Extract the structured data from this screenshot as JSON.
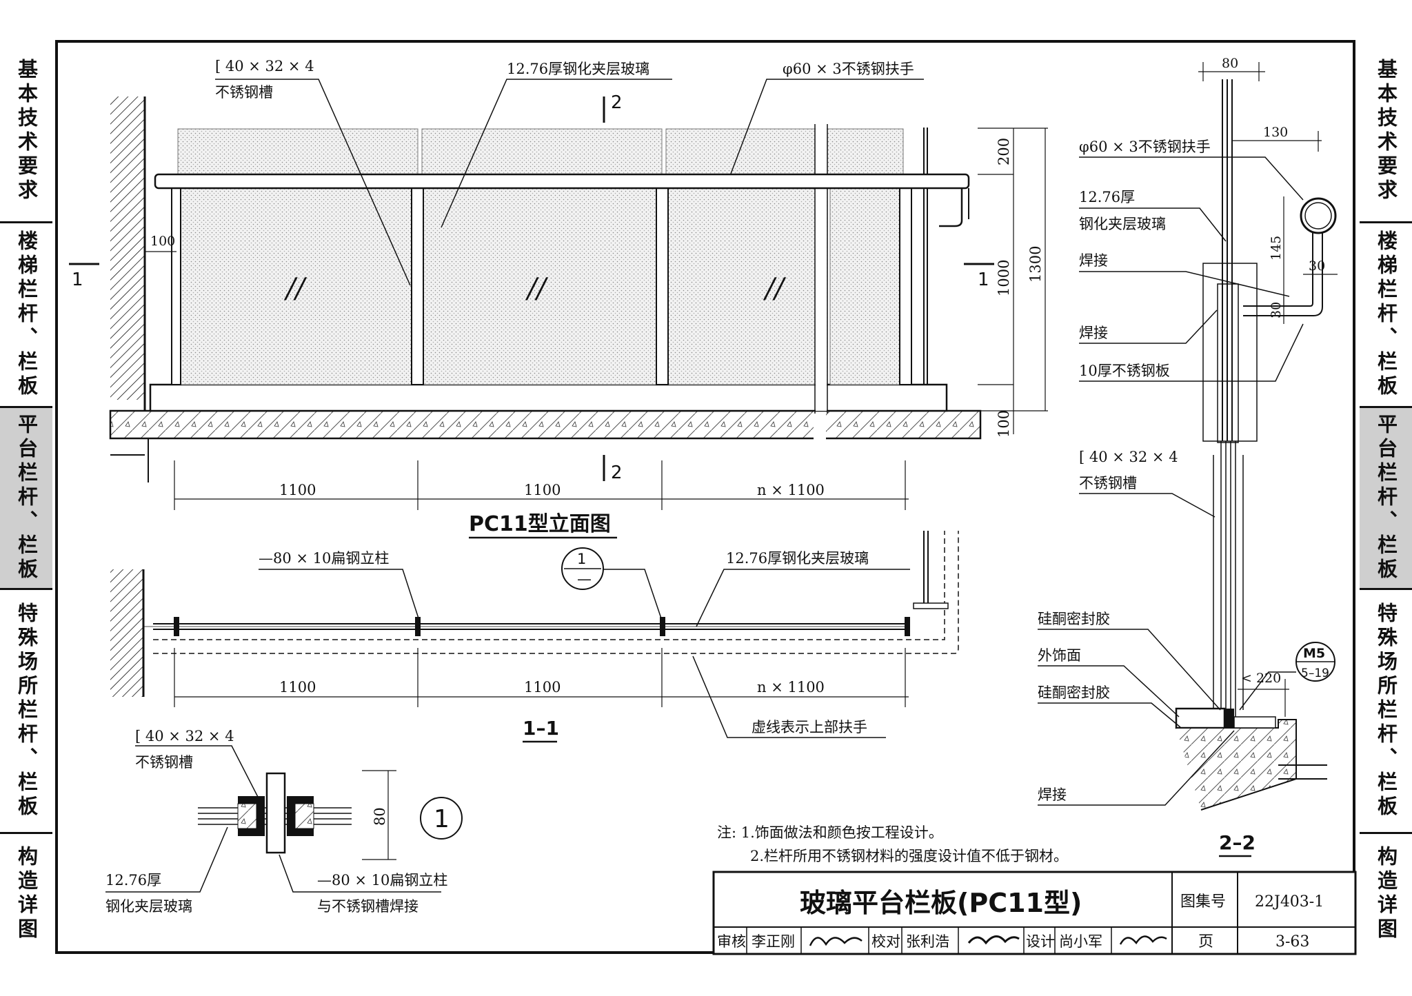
{
  "side_tabs": {
    "left": [
      {
        "label": "基本技术要求",
        "active": false
      },
      {
        "label": "楼梯栏杆、栏板",
        "active": false
      },
      {
        "label": "平台栏杆、栏板",
        "active": true
      },
      {
        "label": "特殊场所栏杆、栏板",
        "active": false
      },
      {
        "label": "构造详图",
        "active": false
      }
    ],
    "right": [
      {
        "label": "基本技术要求",
        "active": false
      },
      {
        "label": "楼梯栏杆、栏板",
        "active": false
      },
      {
        "label": "平台栏杆、栏板",
        "active": true
      },
      {
        "label": "特殊场所栏杆、栏板",
        "active": false
      },
      {
        "label": "构造详图",
        "active": false
      }
    ]
  },
  "elevation": {
    "channel_label_1": "[ 40 × 32 × 4",
    "channel_label_2": "不锈钢槽",
    "glass_label": "12.76厚钢化夹层玻璃",
    "handrail_label": "φ60 × 3不锈钢扶手",
    "dim_wall_gap": "100",
    "section_mark_1": "1",
    "section_mark_2": "2",
    "dim_top": "200",
    "dim_mid": "1000",
    "dim_total": "1300",
    "dim_bottom": "100",
    "dim_span_1": "1100",
    "dim_span_2": "1100",
    "dim_span_n": "n × 1100",
    "title": "PC11型立面图"
  },
  "section_1_1": {
    "post_label": "—80 × 10扁钢立柱",
    "detail_mark_top": "1",
    "detail_mark_bottom": "—",
    "glass_label": "12.76厚钢化夹层玻璃",
    "dim_span_1": "1100",
    "dim_span_2": "1100",
    "dim_span_n": "n × 1100",
    "dashed_note": "虚线表示上部扶手",
    "title": "1–1"
  },
  "detail_1": {
    "channel_label_1": "[ 40 × 32 × 4",
    "channel_label_2": "不锈钢槽",
    "dim": "80",
    "mark": "1",
    "glass_label_1": "12.76厚",
    "glass_label_2": "钢化夹层玻璃",
    "post_label_1": "—80 × 10扁钢立柱",
    "post_label_2": "与不锈钢槽焊接"
  },
  "section_2_2": {
    "dim_80": "80",
    "handrail_label": "φ60 × 3不锈钢扶手",
    "dim_130": "130",
    "glass_label_1": "12.76厚",
    "glass_label_2": "钢化夹层玻璃",
    "dim_145": "145",
    "weld_1": "焊接",
    "dim_30a": "30",
    "dim_30b": "30",
    "weld_2": "焊接",
    "plate_label": "10厚不锈钢板",
    "channel_label_1": "[ 40 × 32 × 4",
    "channel_label_2": "不锈钢槽",
    "sealant_1": "硅酮密封胶",
    "finish": "外饰面",
    "sealant_2": "硅酮密封胶",
    "ref_top": "M5",
    "ref_bottom": "5–19",
    "dim_220": "< 220",
    "weld_3": "焊接",
    "title": "2–2"
  },
  "notes": {
    "line_1": "注: 1.饰面做法和颜色按工程设计。",
    "line_2": "2.栏杆所用不锈钢材料的强度设计值不低于钢材。"
  },
  "title_block": {
    "drawing_title": "玻璃平台栏板(PC11型)",
    "atlas_label": "图集号",
    "atlas_no": "22J403-1",
    "page_label": "页",
    "page_no": "3-63",
    "review_label": "审核",
    "reviewer": "李正刚",
    "check_label": "校对",
    "checker": "张利浩",
    "design_label": "设计",
    "designer": "尚小军"
  }
}
